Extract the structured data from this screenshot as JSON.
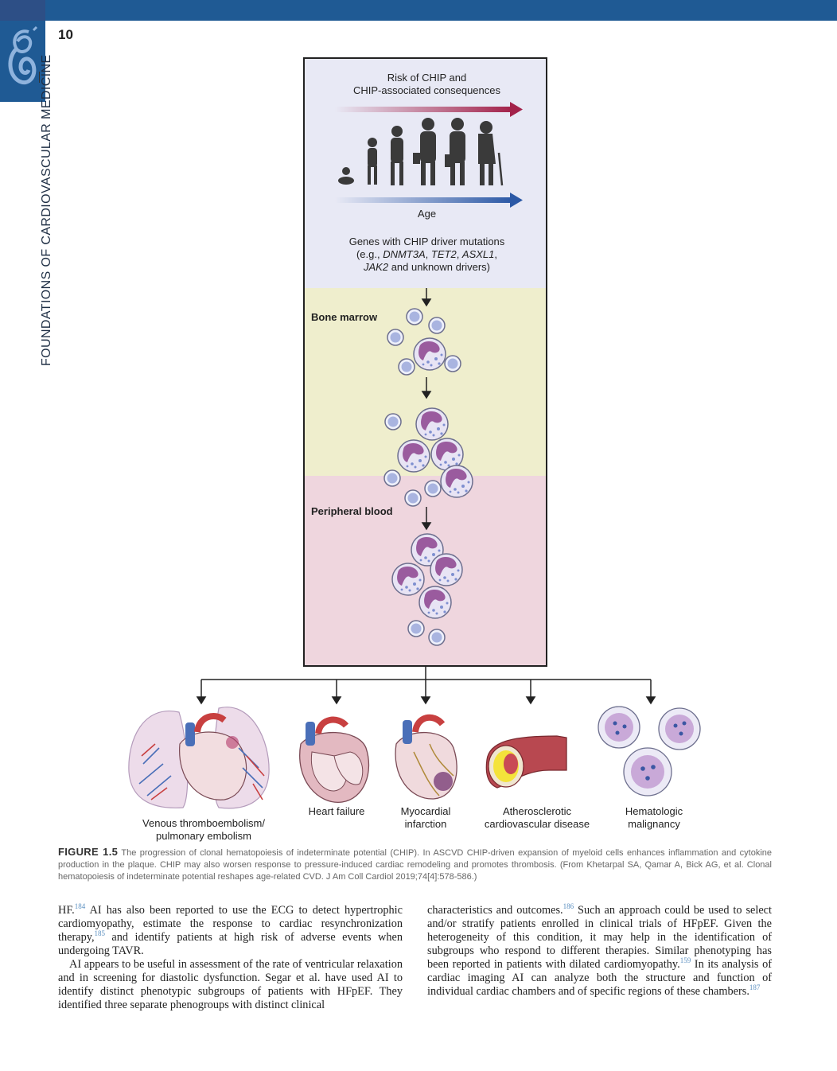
{
  "header": {
    "page_number": "10",
    "running_title": "FOUNDATIONS OF CARDIOVASCULAR MEDICINE"
  },
  "colors": {
    "header_blue": "#1f5a94",
    "risk_zone": "#e8e9f5",
    "marrow_zone": "#efeecd",
    "blood_zone": "#efd6de",
    "cell_purple": "#9a5b9e",
    "reference_blue": "#5a8fc0"
  },
  "figure": {
    "risk_label_line1": "Risk of CHIP and",
    "risk_label_line2": "CHIP-associated consequences",
    "age_label": "Age",
    "genes_line1": "Genes with CHIP driver mutations",
    "genes_line2_prefix": "(e.g., ",
    "gene1": "DNMT3A",
    "gene2": "TET2",
    "gene3": "ASXL1",
    "gene4": "JAK2",
    "genes_line3_suffix": " and unknown drivers)",
    "bone_marrow_label": "Bone marrow",
    "peripheral_blood_label": "Peripheral blood",
    "outcomes": [
      {
        "line1": "Venous thromboembolism/",
        "line2": "pulmonary embolism",
        "icon": "lungs-heart-icon"
      },
      {
        "line1": "Heart failure",
        "line2": "",
        "icon": "dilated-heart-icon"
      },
      {
        "line1": "Myocardial",
        "line2": "infarction",
        "icon": "infarct-heart-icon"
      },
      {
        "line1": "Atherosclerotic",
        "line2": "cardiovascular disease",
        "icon": "artery-plaque-icon"
      },
      {
        "line1": "Hematologic",
        "line2": "malignancy",
        "icon": "malignant-cells-icon"
      }
    ]
  },
  "caption": {
    "label": "FIGURE 1.5",
    "text": "The progression of clonal hematopoiesis of indeterminate potential (CHIP). In ASCVD CHIP-driven expansion of myeloid cells enhances inflammation and cytokine production in the plaque. CHIP may also worsen response to pressure-induced cardiac remodeling and promotes thrombosis. (From Khetarpal SA, Qamar A, Bick AG, et al. Clonal hematopoiesis of indeterminate potential reshapes age-related CVD. J Am Coll Cardiol 2019;74[4]:578-586.)"
  },
  "body": {
    "left_p1_a": "HF.",
    "ref184": "184",
    "left_p1_b": " AI has also been reported to use the ECG to detect hypertrophic cardiomyopathy, estimate the response to cardiac resynchronization therapy,",
    "ref185": "185",
    "left_p1_c": " and identify patients at high risk of adverse events when undergoing TAVR.",
    "left_p2": "AI appears to be useful in assessment of the rate of ventricular relaxation and in screening for diastolic dysfunction. Segar et al. have used AI to identify distinct phenotypic subgroups of patients with HFpEF. They identified three separate phenogroups with distinct clinical",
    "right_a": "characteristics and outcomes.",
    "ref186": "186",
    "right_b": " Such an approach could be used to select and/or stratify patients enrolled in clinical trials of HFpEF. Given the heterogeneity of this condition, it may help in the identification of subgroups who respond to different therapies. Similar phenotyping has been reported in patients with dilated cardiomyopathy.",
    "ref159": "159",
    "right_c": " In its analysis of cardiac imaging AI can analyze both the structure and function of individual cardiac chambers and of specific regions of these chambers.",
    "ref187": "187"
  }
}
